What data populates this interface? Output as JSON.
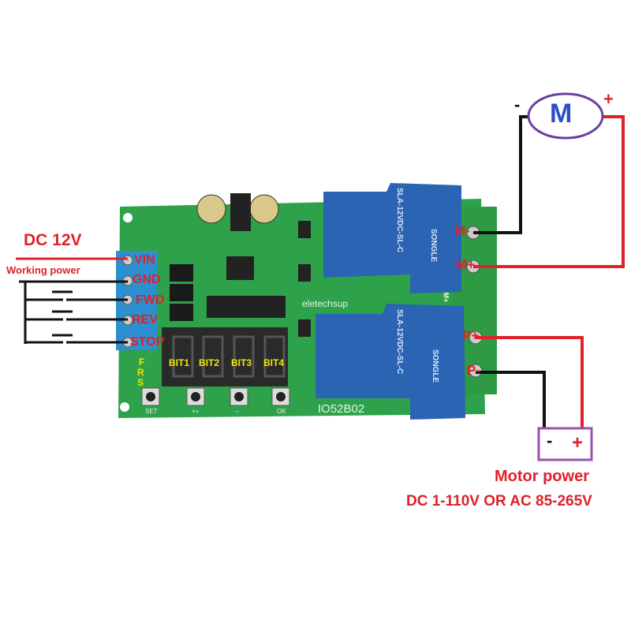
{
  "board": {
    "brand": "eletechsup",
    "model": "IO52B02",
    "terminal_labels": [
      "VIN",
      "GND",
      "FWD",
      "REV",
      "STOP"
    ],
    "digit_labels": [
      "BIT1",
      "BIT2",
      "BIT3",
      "BIT4"
    ],
    "led_labels": [
      "F",
      "R",
      "S"
    ],
    "button_labels": [
      "SET",
      "++",
      "--",
      "OK"
    ],
    "relay_model": "SLA-12VDC-SL-C",
    "relay_brand": "SONGLE",
    "output_labels": [
      "M-",
      "M+",
      "P+",
      "P-"
    ],
    "silk_mark": "M+"
  },
  "power_input": {
    "title": "DC 12V",
    "subtitle": "Working power"
  },
  "motor": {
    "letter": "M",
    "minus": "-",
    "plus": "+"
  },
  "motor_power": {
    "minus": "-",
    "plus": "+",
    "title": "Motor power",
    "spec": "DC 1-110V OR AC 85-265V"
  },
  "colors": {
    "positive_wire": "#e0202a",
    "negative_wire": "#111111",
    "board": "#2ea24a",
    "relay": "#2c64b4",
    "terminal": "#2c8fd0",
    "motor_outline": "#6a3fa0",
    "label": "#e0202a"
  }
}
